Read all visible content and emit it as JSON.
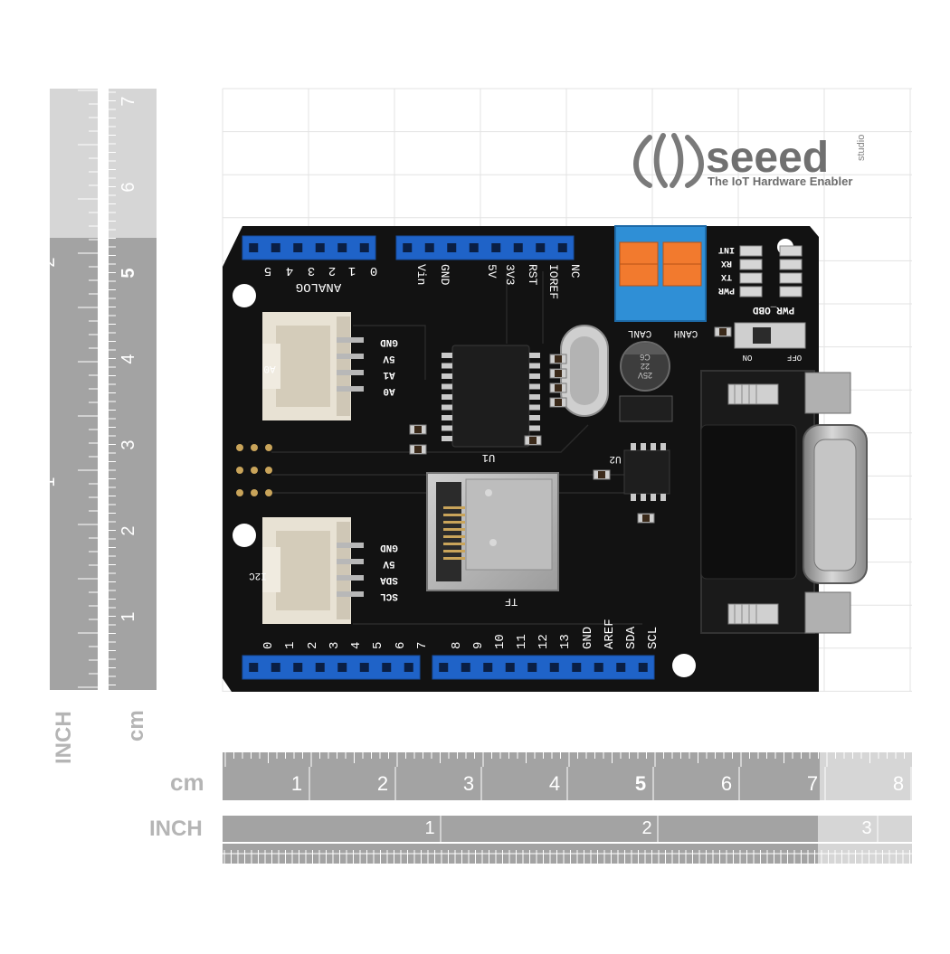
{
  "logo": {
    "brand": "seeed",
    "sub": "studio",
    "tagline": "The IoT Hardware Enabler"
  },
  "rulers": {
    "cm_label": "cm",
    "inch_label": "INCH",
    "bottom_cm": [
      "1",
      "2",
      "3",
      "4",
      "5",
      "6",
      "7",
      "8"
    ],
    "bottom_inch": [
      "1",
      "2",
      "3"
    ],
    "left_cm": [
      "1",
      "2",
      "3",
      "4",
      "5",
      "6",
      "7"
    ],
    "left_inch": [
      "1",
      "2"
    ]
  },
  "colors": {
    "pcb": "#121212",
    "header": "#1f63c8",
    "terminal_body": "#2f8fd6",
    "terminal_lever": "#f27a2e",
    "ruler_dark": "#a3a3a3",
    "ruler_light": "#d6d6d6",
    "grid": "#e3e3e3"
  },
  "board": {
    "analog_title": "ANALOG",
    "analog_pins": [
      "0",
      "1",
      "2",
      "3",
      "4",
      "5"
    ],
    "power_pins": [
      "Vin",
      "GND",
      "5V",
      "3V3",
      "RST",
      "IOREF",
      "NC"
    ],
    "grove_a0": {
      "name": "A0",
      "pins": [
        "GND",
        "5V",
        "A1",
        "A0"
      ]
    },
    "grove_i2c": {
      "name": "I2C",
      "pins": [
        "GND",
        "5V",
        "SDA",
        "SCL"
      ]
    },
    "digital_pins_low": [
      "0",
      "1",
      "2",
      "3",
      "4",
      "5",
      "6",
      "7"
    ],
    "digital_pins_high": [
      "8",
      "9",
      "10",
      "11",
      "12",
      "13",
      "GND",
      "AREF",
      "SDA",
      "SCL"
    ],
    "terminal": [
      "CANL",
      "CANH"
    ],
    "leds": [
      "INT",
      "RX",
      "TX",
      "PWR"
    ],
    "switch_title": "PWR_OBD",
    "switch_on": "ON",
    "switch_off": "OFF",
    "chip_u1": "U1",
    "chip_u2": "U2",
    "sd_label": "TF",
    "cap_label": [
      "C6",
      "22",
      "25V"
    ]
  }
}
